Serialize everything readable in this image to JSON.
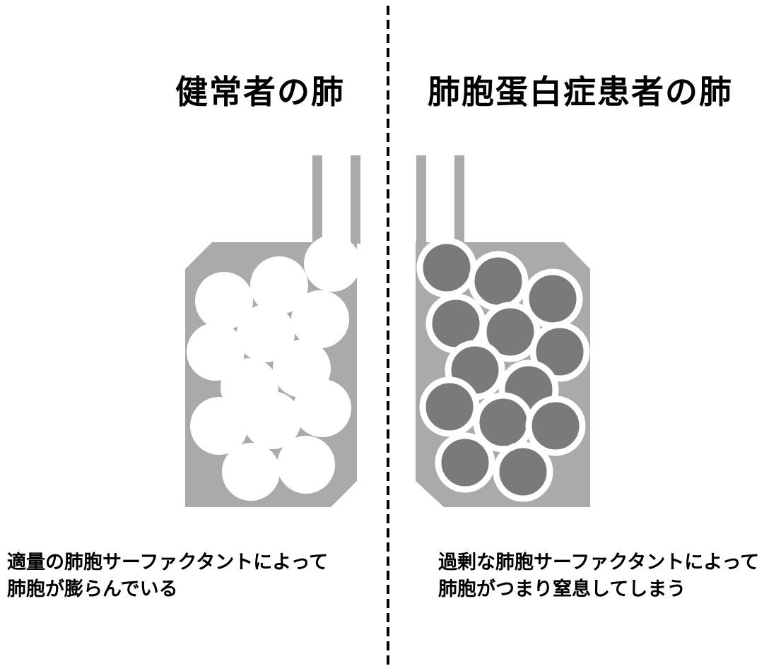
{
  "healthy": {
    "title": "健常者の肺",
    "caption": [
      "適量の肺胞サーファクタントによって",
      "肺胞が膨らんでいる"
    ]
  },
  "disease": {
    "title": "肺胞蛋白症患者の肺",
    "caption": [
      "過剰な肺胞サーファクタントによって",
      "肺胞がつまり窒息してしまう"
    ]
  },
  "colors": {
    "lung_fill": "#aaaaaa",
    "alveolus_healthy": "#ffffff",
    "alveolus_filled": "#7a7a7a",
    "alveolus_wall": "#ffffff",
    "divider": "#000000"
  }
}
